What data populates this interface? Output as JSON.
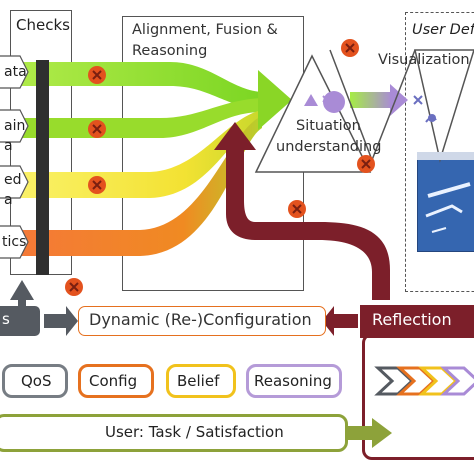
{
  "checks": {
    "title": "Checks"
  },
  "sources": [
    {
      "label": "ata",
      "color": "#8fd82a"
    },
    {
      "label": "ain",
      "color": "#8fd82a"
    },
    {
      "label": "a",
      "color": "#8fd82a"
    },
    {
      "label": "ed",
      "color": "#f6ea3a"
    },
    {
      "label": "a",
      "color": "#f6ea3a"
    },
    {
      "label": "tics",
      "color": "#f0711c"
    }
  ],
  "alignment": {
    "line1": "Alignment, Fusion &",
    "line2": "Reasoning"
  },
  "situation": {
    "line1": "Situation",
    "line2": "understanding"
  },
  "user_defined": {
    "title": "User Defi"
  },
  "visualization": {
    "label": "Visualization"
  },
  "dynamic": {
    "label": "Dynamic  (Re-)Configuration"
  },
  "reflection": {
    "label": "Reflection"
  },
  "left_cut": {
    "label": "s"
  },
  "pills": {
    "qos": "QoS",
    "config": "Config",
    "belief": "Belief",
    "reasoning": "Reasoning"
  },
  "task": {
    "label": "User: Task / Satisfaction"
  },
  "colors": {
    "green": "#8fd82a",
    "yellow": "#f6ea3a",
    "orange": "#f0711c",
    "maroon": "#7c1f2a",
    "gray": "#555a61",
    "olive": "#8da23a",
    "purple": "#a98bd6",
    "check_x": "#e3521e"
  },
  "icons": [
    "check-x-icon",
    "triangle-icon",
    "circle-icon",
    "cross-icon"
  ]
}
